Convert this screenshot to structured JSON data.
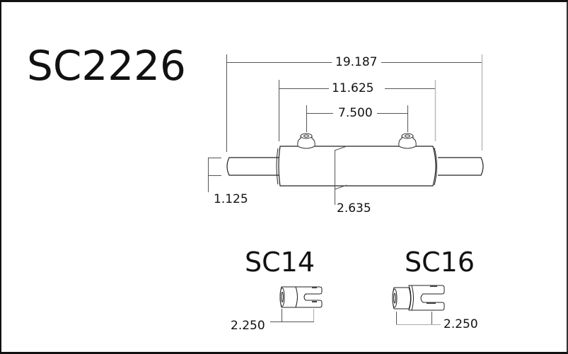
{
  "drawing": {
    "title": "SC2226",
    "dimensions": {
      "overall_length": "19.187",
      "body_length": "11.625",
      "port_spacing": "7.500",
      "rod_diameter": "1.125",
      "body_diameter": "2.635"
    },
    "accessories": [
      {
        "name": "SC14",
        "dimension": "2.250"
      },
      {
        "name": "SC16",
        "dimension": "2.250"
      }
    ],
    "colors": {
      "line": "#222222",
      "dimension_line": "#555555",
      "extension_line_light": "#bbbbbb",
      "border": "#111111"
    }
  }
}
